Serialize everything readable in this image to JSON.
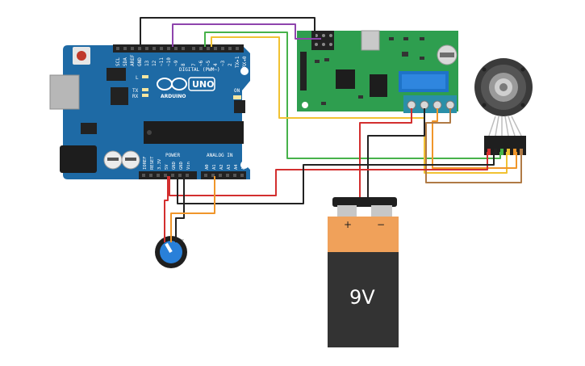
{
  "arduino": {
    "header_labels": [
      "SCL",
      "SDA",
      "AREF",
      "GND",
      "13",
      "12",
      "~11",
      "~10",
      "~9",
      "8",
      "7",
      "~6",
      "~5",
      "4",
      "~3",
      "2",
      "TX▸1",
      "RX◂0"
    ],
    "digital_label": "DIGITAL (PWM~)",
    "power_labels": [
      "IOREF",
      "RESET",
      "3.3V",
      "5V",
      "GND",
      "GND",
      "Vin"
    ],
    "analog_labels": [
      "A0",
      "A1",
      "A2",
      "A3",
      "A4",
      "A5"
    ],
    "power_label": "POWER",
    "analog_label": "ANALOG IN",
    "brand": "ARDUINO",
    "uno_logo": "UNO",
    "led_l": "L",
    "led_tx": "TX",
    "led_rx": "RX",
    "led_on": "ON"
  },
  "battery": {
    "voltage_label": "9V",
    "plus": "+",
    "minus": "−"
  },
  "colors": {
    "arduino_board": "#1e6aa5",
    "driver_board": "#2e9e4f",
    "battery_orange": "#f0a15a",
    "battery_body": "#333333",
    "wire_red": "#d32f2f",
    "wire_black": "#222222",
    "wire_green": "#47b24a",
    "wire_yellow": "#f1c232",
    "wire_orange": "#f0962a",
    "wire_purple": "#8e44ad",
    "wire_brown": "#b07a45"
  },
  "components": [
    "arduino-uno",
    "motor-driver-board",
    "encoder-motor",
    "potentiometer",
    "battery-9v"
  ]
}
